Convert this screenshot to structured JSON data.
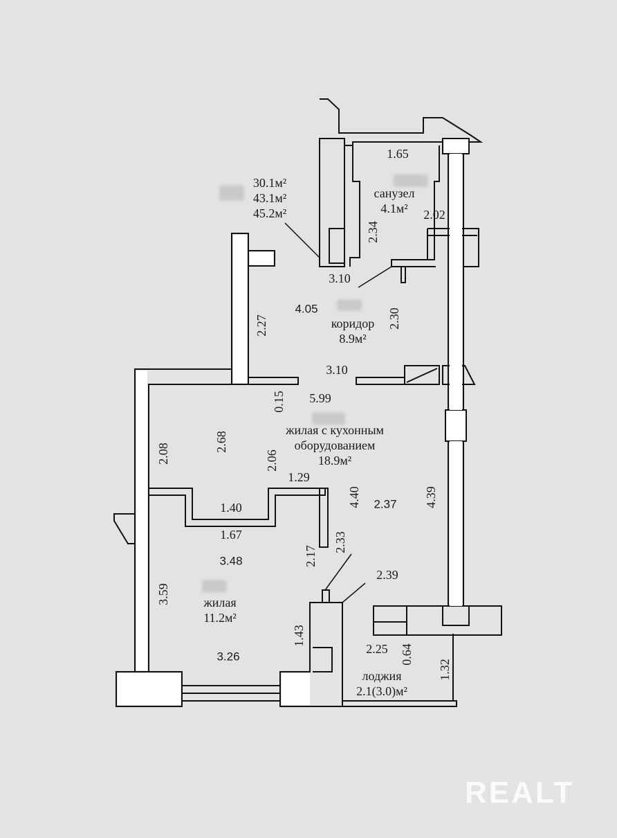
{
  "areas": {
    "total": "30.1м²",
    "living_total": "43.1м²",
    "gross": "45.2м²"
  },
  "rooms": {
    "bathroom": {
      "name": "санузел",
      "area": "4.1м²"
    },
    "corridor": {
      "name": "коридор",
      "area": "8.9м²"
    },
    "living_kitchen": {
      "name_line1": "жилая с кухонным",
      "name_line2": "оборудованием",
      "area": "18.9м²"
    },
    "living": {
      "name": "жилая",
      "area": "11.2м²"
    },
    "loggia": {
      "name": "лоджия",
      "area": "2.1(3.0)м²"
    }
  },
  "dimensions": {
    "d165": "1.65",
    "d234": "2.34",
    "d202": "2.02",
    "d310a": "3.10",
    "d405": "4.05",
    "d230": "2.30",
    "d227": "2.27",
    "d310b": "3.10",
    "d015": "0.15",
    "d599": "5.99",
    "d208": "2.08",
    "d268": "2.68",
    "d206": "2.06",
    "d129": "1.29",
    "d140": "1.40",
    "d167": "1.67",
    "d440": "4.40",
    "d237": "2.37",
    "d439": "4.39",
    "d233": "2.33",
    "d217": "2.17",
    "d348": "3.48",
    "d239": "2.39",
    "d359": "3.59",
    "d143": "1.43",
    "d326": "3.26",
    "d225": "2.25",
    "d064": "0.64",
    "d132": "1.32"
  },
  "watermark": "REALT"
}
